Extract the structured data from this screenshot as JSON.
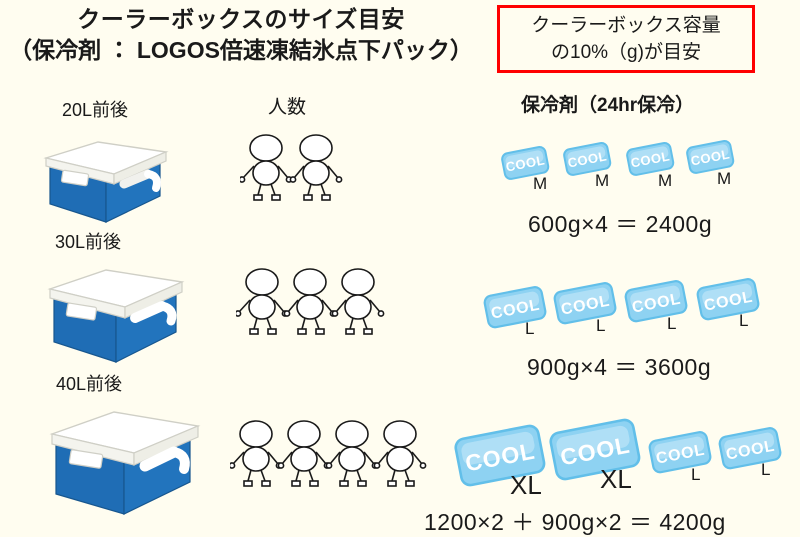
{
  "header": {
    "title_line1": "クーラーボックスのサイズ目安",
    "title_line2": "（保冷剤 ： LOGOS倍速凍結氷点下パック）",
    "note_line1": "クーラーボックス容量",
    "note_line2": "の10%（g)が目安"
  },
  "columns": {
    "people_header": "人数",
    "packs_header": "保冷剤（24hr保冷）"
  },
  "rows": [
    {
      "size_label": "20L前後",
      "people_count": 2,
      "packs": [
        {
          "label": "M",
          "size": "m"
        },
        {
          "label": "M",
          "size": "m"
        },
        {
          "label": "M",
          "size": "m"
        },
        {
          "label": "M",
          "size": "m"
        }
      ],
      "formula": "600g×4  ＝  2400g"
    },
    {
      "size_label": "30L前後",
      "people_count": 3,
      "packs": [
        {
          "label": "L",
          "size": "l"
        },
        {
          "label": "L",
          "size": "l"
        },
        {
          "label": "L",
          "size": "l"
        },
        {
          "label": "L",
          "size": "l"
        }
      ],
      "formula": "900g×4  ＝  3600g"
    },
    {
      "size_label": "40L前後",
      "people_count": 4,
      "packs": [
        {
          "label": "XL",
          "size": "xl"
        },
        {
          "label": "XL",
          "size": "xl"
        },
        {
          "label": "L",
          "size": "l"
        },
        {
          "label": "L",
          "size": "l"
        }
      ],
      "formula": "1200×2  ＋  900g×2  ＝  4200g"
    }
  ],
  "pack_text": "COOL",
  "colors": {
    "background": "#fffdf0",
    "cooler_blue": "#1f6db5",
    "cooler_lid": "#ffffff",
    "pack_blue": "#72c7ee",
    "pack_blue_light": "#a9ddf5",
    "note_border": "#ff0000",
    "text": "#1a1a1a"
  }
}
